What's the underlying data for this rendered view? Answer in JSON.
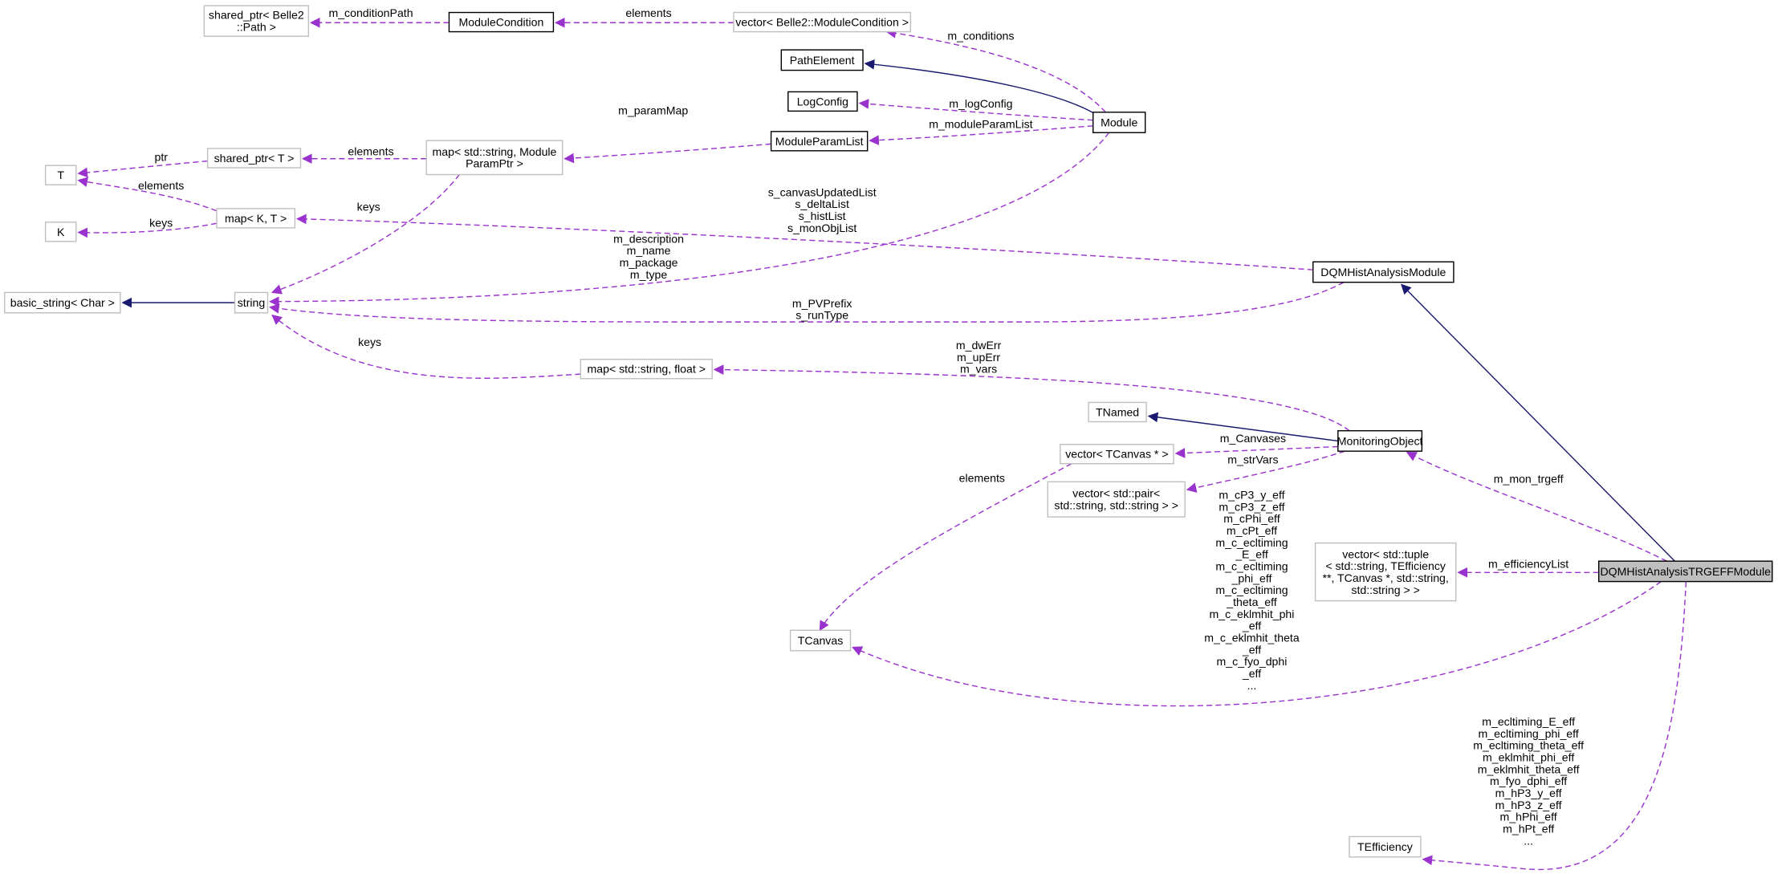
{
  "colors": {
    "usage_edge": "#9a32cd",
    "inherit_edge": "#191970",
    "current_node_fill": "#bfbfbf"
  },
  "nodes": [
    {
      "id": "sp_path",
      "lines": [
        "shared_ptr< Belle2",
        "::Path >"
      ],
      "style": "plain"
    },
    {
      "id": "module_condition",
      "lines": [
        "ModuleCondition"
      ],
      "style": "strong"
    },
    {
      "id": "vec_module_condition",
      "lines": [
        "vector< Belle2::ModuleCondition >"
      ],
      "style": "plain"
    },
    {
      "id": "path_element",
      "lines": [
        "PathElement"
      ],
      "style": "strong"
    },
    {
      "id": "log_config",
      "lines": [
        "LogConfig"
      ],
      "style": "strong"
    },
    {
      "id": "module",
      "lines": [
        "Module"
      ],
      "style": "strong"
    },
    {
      "id": "module_param_list",
      "lines": [
        "ModuleParamList"
      ],
      "style": "strong"
    },
    {
      "id": "map_param_ptr",
      "lines": [
        "map< std::string, Module",
        "ParamPtr >"
      ],
      "style": "plain"
    },
    {
      "id": "sp_t",
      "lines": [
        "shared_ptr< T >"
      ],
      "style": "plain"
    },
    {
      "id": "t",
      "lines": [
        "T"
      ],
      "style": "plain"
    },
    {
      "id": "map_kt",
      "lines": [
        "map< K, T >"
      ],
      "style": "plain"
    },
    {
      "id": "k",
      "lines": [
        "K"
      ],
      "style": "plain"
    },
    {
      "id": "dqm_hist_analysis_module",
      "lines": [
        "DQMHistAnalysisModule"
      ],
      "style": "strong"
    },
    {
      "id": "basic_string",
      "lines": [
        "basic_string< Char >"
      ],
      "style": "plain"
    },
    {
      "id": "string",
      "lines": [
        "string"
      ],
      "style": "plain"
    },
    {
      "id": "map_string_float",
      "lines": [
        "map< std::string, float >"
      ],
      "style": "plain"
    },
    {
      "id": "tnamed",
      "lines": [
        "TNamed"
      ],
      "style": "plain"
    },
    {
      "id": "monitoring_object",
      "lines": [
        "MonitoringObject"
      ],
      "style": "strong"
    },
    {
      "id": "vec_tcanvas",
      "lines": [
        "vector< TCanvas * >"
      ],
      "style": "plain"
    },
    {
      "id": "vec_pair",
      "lines": [
        "vector< std::pair<",
        "std::string, std::string > >"
      ],
      "style": "plain"
    },
    {
      "id": "vec_tuple",
      "lines": [
        "vector< std::tuple",
        "< std::string, TEfficiency",
        " **, TCanvas *, std::string,",
        "std::string > >"
      ],
      "style": "plain"
    },
    {
      "id": "dqm_trgeff_module",
      "lines": [
        "DQMHistAnalysisTRGEFFModule"
      ],
      "style": "current"
    },
    {
      "id": "tcanvas",
      "lines": [
        "TCanvas"
      ],
      "style": "plain"
    },
    {
      "id": "tefficiency",
      "lines": [
        "TEfficiency"
      ],
      "style": "plain"
    }
  ],
  "edges": [
    {
      "from": "module_condition",
      "to": "sp_path",
      "kind": "usage",
      "labels": [
        "m_conditionPath"
      ]
    },
    {
      "from": "vec_module_condition",
      "to": "module_condition",
      "kind": "usage",
      "labels": [
        "elements"
      ]
    },
    {
      "from": "module",
      "to": "path_element",
      "kind": "inherit",
      "labels": []
    },
    {
      "from": "module",
      "to": "log_config",
      "kind": "usage",
      "labels": [
        "m_logConfig"
      ]
    },
    {
      "from": "module",
      "to": "module_param_list",
      "kind": "usage",
      "labels": [
        "m_moduleParamList"
      ]
    },
    {
      "from": "module",
      "to": "vec_module_condition",
      "kind": "usage",
      "labels": [
        "m_conditions"
      ]
    },
    {
      "from": "module_param_list",
      "to": "map_param_ptr",
      "kind": "usage",
      "labels": [
        "m_paramMap"
      ]
    },
    {
      "from": "map_param_ptr",
      "to": "sp_t",
      "kind": "usage",
      "labels": [
        "elements"
      ]
    },
    {
      "from": "sp_t",
      "to": "t",
      "kind": "usage",
      "labels": [
        "ptr"
      ]
    },
    {
      "from": "map_kt",
      "to": "t",
      "kind": "usage",
      "labels": [
        "elements"
      ]
    },
    {
      "from": "map_kt",
      "to": "k",
      "kind": "usage",
      "labels": [
        "keys"
      ]
    },
    {
      "from": "map_param_ptr",
      "to": "string",
      "kind": "usage",
      "labels": [
        "keys"
      ]
    },
    {
      "from": "dqm_hist_analysis_module",
      "to": "map_kt",
      "kind": "usage",
      "labels": [
        "s_canvasUpdatedList",
        "s_deltaList",
        "s_histList",
        "s_monObjList"
      ]
    },
    {
      "from": "module",
      "to": "string",
      "kind": "usage",
      "labels": [
        "m_description",
        "m_name",
        "m_package",
        "m_type"
      ]
    },
    {
      "from": "dqm_hist_analysis_module",
      "to": "string",
      "kind": "usage",
      "labels": [
        "m_PVPrefix",
        "s_runType"
      ]
    },
    {
      "from": "string",
      "to": "basic_string",
      "kind": "inherit",
      "labels": []
    },
    {
      "from": "monitoring_object",
      "to": "map_string_float",
      "kind": "usage",
      "labels": [
        "m_dwErr",
        "m_upErr",
        "m_vars"
      ]
    },
    {
      "from": "map_string_float",
      "to": "string",
      "kind": "usage",
      "labels": [
        "keys"
      ]
    },
    {
      "from": "monitoring_object",
      "to": "tnamed",
      "kind": "inherit",
      "labels": []
    },
    {
      "from": "monitoring_object",
      "to": "vec_tcanvas",
      "kind": "usage",
      "labels": [
        "m_Canvases"
      ]
    },
    {
      "from": "monitoring_object",
      "to": "vec_pair",
      "kind": "usage",
      "labels": [
        "m_strVars"
      ]
    },
    {
      "from": "vec_tcanvas",
      "to": "tcanvas",
      "kind": "usage",
      "labels": [
        "elements"
      ]
    },
    {
      "from": "dqm_trgeff_module",
      "to": "dqm_hist_analysis_module",
      "kind": "inherit",
      "labels": []
    },
    {
      "from": "dqm_trgeff_module",
      "to": "monitoring_object",
      "kind": "usage",
      "labels": [
        "m_mon_trgeff"
      ]
    },
    {
      "from": "dqm_trgeff_module",
      "to": "vec_tuple",
      "kind": "usage",
      "labels": [
        "m_efficiencyList"
      ]
    },
    {
      "from": "dqm_trgeff_module",
      "to": "tcanvas",
      "kind": "usage",
      "labels": [
        "m_cP3_y_eff",
        "m_cP3_z_eff",
        "m_cPhi_eff",
        "m_cPt_eff",
        "m_c_ecltiming",
        "_E_eff",
        "m_c_ecltiming",
        "_phi_eff",
        "m_c_ecltiming",
        "_theta_eff",
        "m_c_eklmhit_phi",
        "_eff",
        "m_c_eklmhit_theta",
        "_eff",
        "m_c_fyo_dphi",
        "_eff",
        "..."
      ]
    },
    {
      "from": "dqm_trgeff_module",
      "to": "tefficiency",
      "kind": "usage",
      "labels": [
        "m_ecltiming_E_eff",
        "m_ecltiming_phi_eff",
        "m_ecltiming_theta_eff",
        "m_eklmhit_phi_eff",
        "m_eklmhit_theta_eff",
        "m_fyo_dphi_eff",
        "m_hP3_y_eff",
        "m_hP3_z_eff",
        "m_hPhi_eff",
        "m_hPt_eff",
        "..."
      ]
    }
  ]
}
